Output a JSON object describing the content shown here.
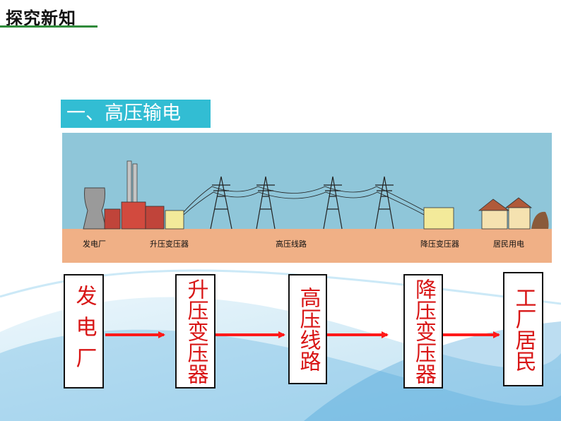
{
  "header": {
    "title": "探究新知"
  },
  "section": {
    "title": "一、高压输电"
  },
  "illustration": {
    "labels": {
      "power_plant": "发电厂",
      "step_up": "升压变压器",
      "hv_line": "高压线路",
      "step_down": "降压变压器",
      "residential": "居民用电"
    }
  },
  "flow": {
    "nodes": [
      {
        "label": "发电厂"
      },
      {
        "label": "升压变压器"
      },
      {
        "label": "高压线路"
      },
      {
        "label": "降压变压器"
      },
      {
        "label": "工厂居民"
      }
    ]
  },
  "colors": {
    "accent": "#32bdd3",
    "flow_text": "#d81616",
    "arrow": "#ff1a1a",
    "header_line": "#2f8a3a"
  }
}
